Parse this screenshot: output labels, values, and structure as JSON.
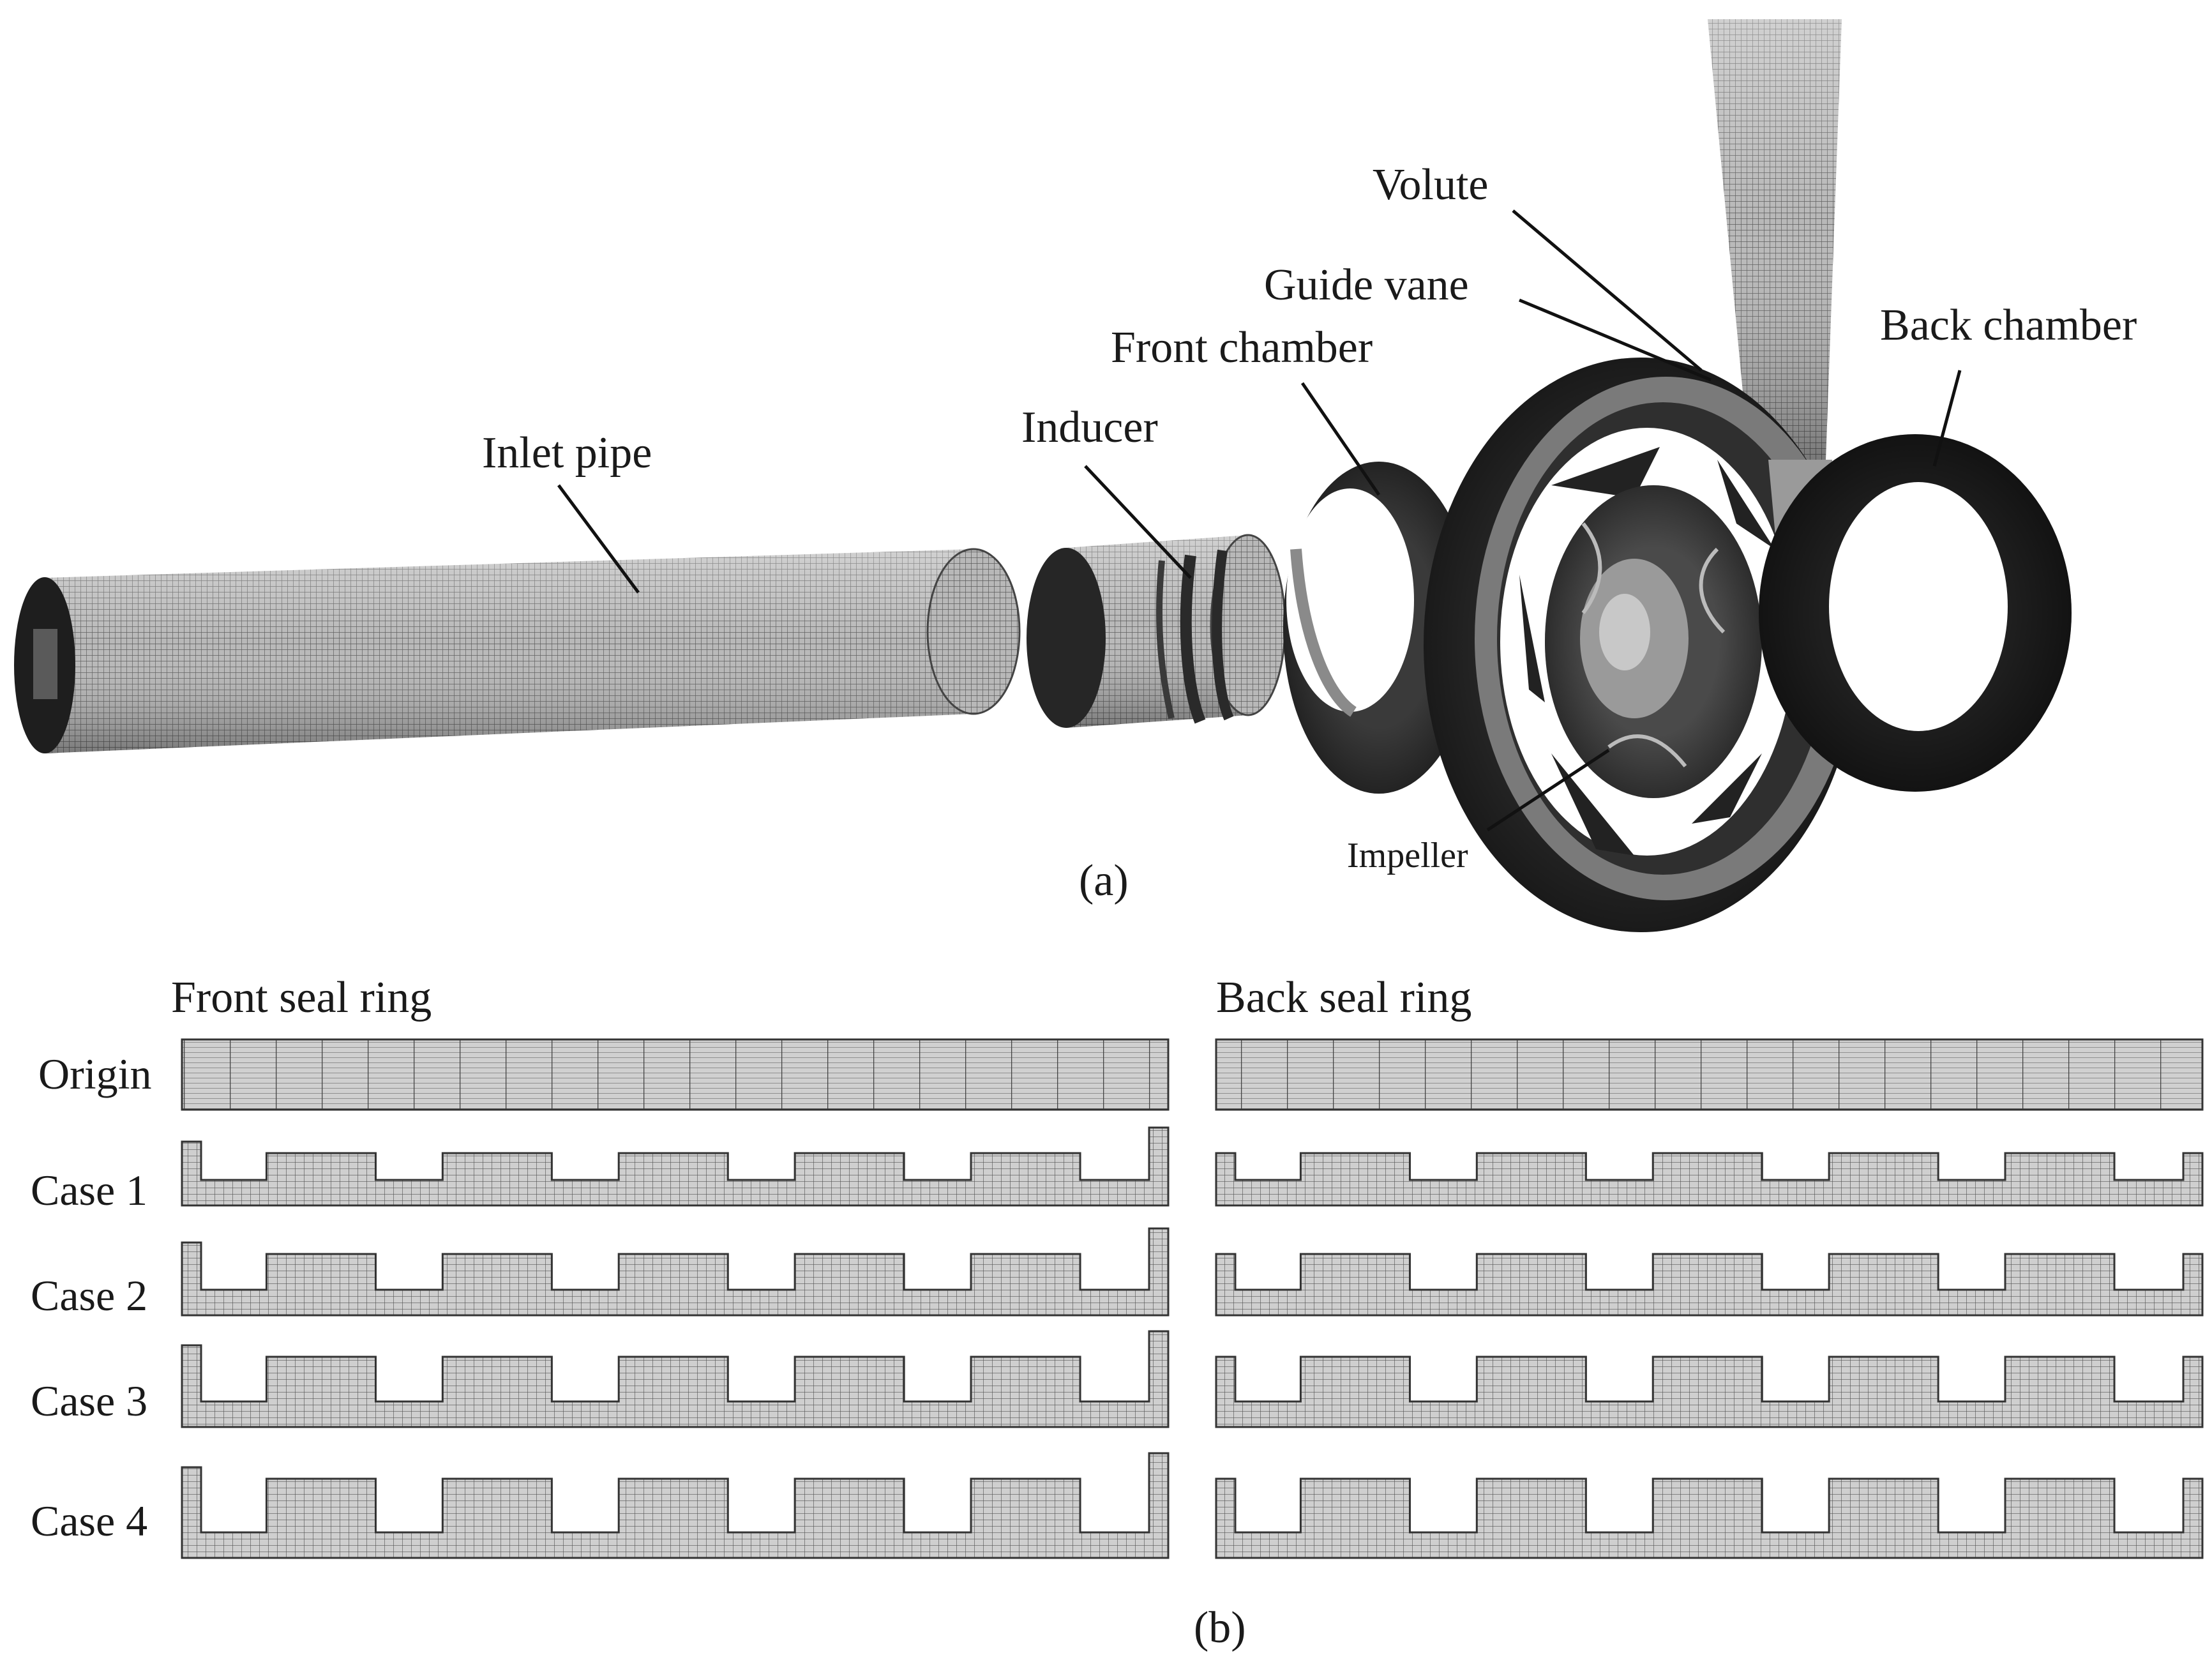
{
  "panel_a": {
    "components": {
      "inlet_pipe": "Inlet pipe",
      "inducer": "Inducer",
      "front_chamber": "Front chamber",
      "guide_vane": "Guide vane",
      "volute": "Volute",
      "back_chamber": "Back chamber",
      "impeller": "Impeller"
    },
    "caption": "(a)"
  },
  "panel_b": {
    "headers": {
      "front": "Front seal ring",
      "back": "Back seal ring"
    },
    "rows": [
      {
        "label": "Origin",
        "grooved": false,
        "groove_depth": 0
      },
      {
        "label": "Case 1",
        "grooved": true,
        "groove_depth": 1
      },
      {
        "label": "Case 2",
        "grooved": true,
        "groove_depth": 2
      },
      {
        "label": "Case 3",
        "grooved": true,
        "groove_depth": 3
      },
      {
        "label": "Case 4",
        "grooved": true,
        "groove_depth": 4
      }
    ],
    "caption": "(b)"
  }
}
